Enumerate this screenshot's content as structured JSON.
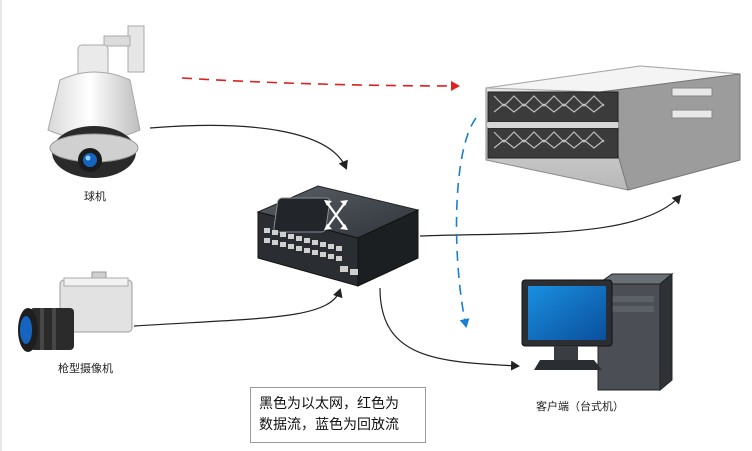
{
  "labels": {
    "dome_camera": "球机",
    "bullet_camera": "枪型摄像机",
    "client": "客户端（台式机）"
  },
  "legend": {
    "line1": "黑色为以太网，红色为",
    "line2": "数据流，蓝色为回放流"
  },
  "colors": {
    "ethernet": "#222222",
    "data_stream": "#e02020",
    "playback_stream": "#1a7fd0"
  }
}
